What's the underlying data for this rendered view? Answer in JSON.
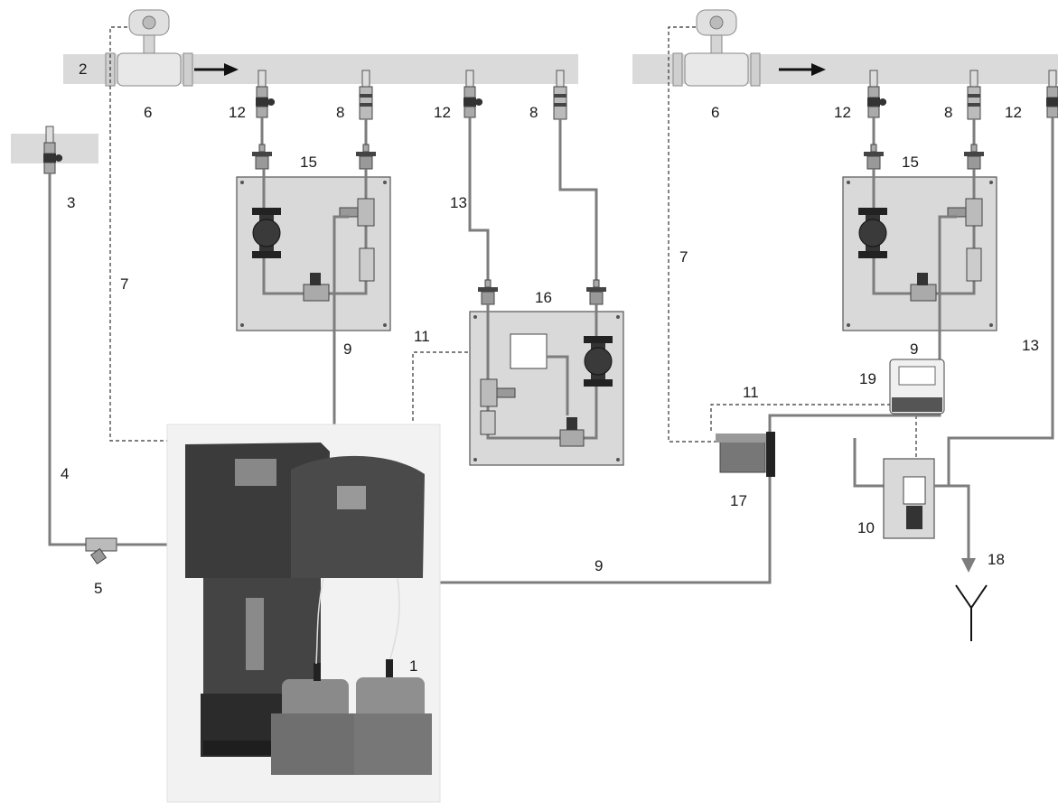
{
  "labels": {
    "l1": "1",
    "l2": "2",
    "l3": "3",
    "l4": "4",
    "l5": "5",
    "l6a": "6",
    "l6b": "6",
    "l7a": "7",
    "l7b": "7",
    "l8a": "8",
    "l8b": "8",
    "l8c": "8",
    "l9a": "9",
    "l9b": "9",
    "l9c": "9",
    "l10": "10",
    "l11a": "11",
    "l11b": "11",
    "l12a": "12",
    "l12b": "12",
    "l12c": "12",
    "l12d": "12",
    "l13a": "13",
    "l13b": "13",
    "l15a": "15",
    "l15b": "15",
    "l16": "16",
    "l17": "17",
    "l18": "18",
    "l19": "19"
  },
  "colors": {
    "pipe": "#7d7d7d",
    "bar": "#dadada",
    "panel": "#d9d9d9",
    "unit": "#3a3a3a"
  }
}
